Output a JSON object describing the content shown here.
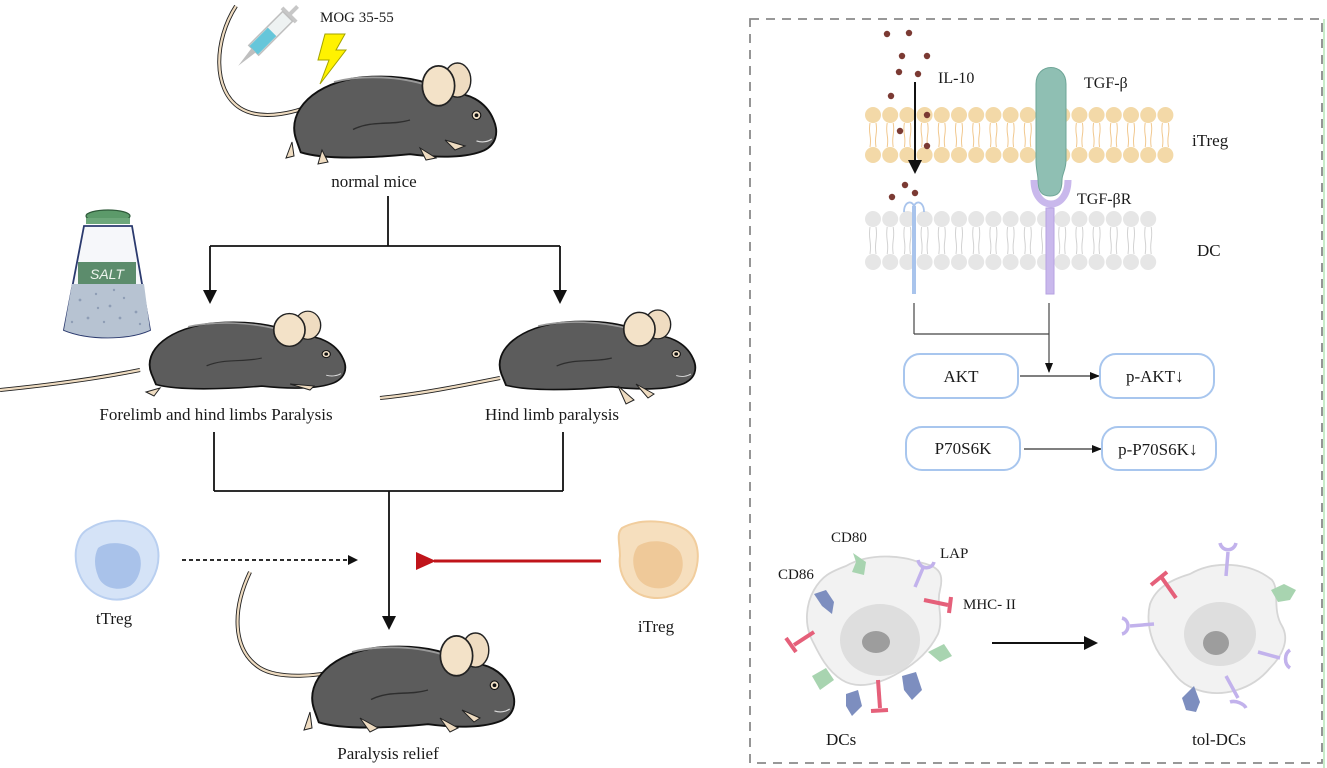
{
  "left_panel": {
    "injection_label": "MOG 35-55",
    "salt_label": "SALT",
    "normal_mice_label": "normal mice",
    "forelimb_label": "Forelimb and hind limbs Paralysis",
    "hindlimb_label": "Hind limb paralysis",
    "relief_label": "Paralysis relief",
    "ttreg_label": "tTreg",
    "itreg_label": "iTreg"
  },
  "right_panel": {
    "il10_label": "IL-10",
    "tgfb_label": "TGF-β",
    "tgfbr_label": "TGF-βR",
    "itreg_membrane_label": "iTreg",
    "dc_membrane_label": "DC",
    "pathway": [
      {
        "source": "AKT",
        "target": "p-AKT",
        "target_trend": "↓"
      },
      {
        "source": "P70S6K",
        "target": "p-P70S6K",
        "target_trend": "↓"
      }
    ],
    "dc_markers": {
      "cd80": "CD80",
      "cd86": "CD86",
      "lap": "LAP",
      "mhc2": "MHC- II"
    },
    "dcs_label": "DCs",
    "tol_dcs_label": "tol-DCs"
  },
  "colors": {
    "mouse_body": "#5a5a5a",
    "mouse_ear": "#f0dcc0",
    "itreg_membrane": "#f3d9a8",
    "dc_membrane": "#e6e6e6",
    "tgfb": "#8fbfb3",
    "tgfbr": "#c9b8ec",
    "il10_receptor": "#a9c4ec",
    "il10_dot": "#7b3a33",
    "box_border": "#a8c6ee",
    "ttreg_cell": "#d5e3f7",
    "itreg_cell": "#f6dfbe",
    "red_arrow": "#c0141a",
    "cd80": "#a8d4b0",
    "cd86": "#7d8ebf",
    "mhc2": "#e5607a",
    "lap": "#c2b2ec"
  }
}
